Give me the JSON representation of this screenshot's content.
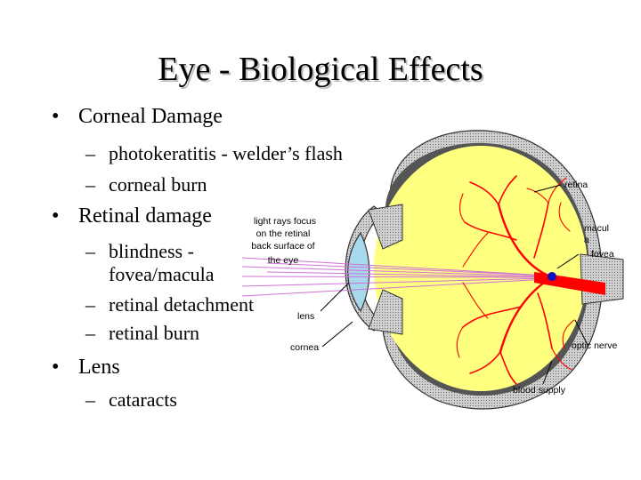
{
  "slide": {
    "title": "Eye - Biological Effects",
    "bullets": {
      "corneal_damage": "Corneal Damage",
      "photokeratitis": "photokeratitis - welder’s flash",
      "corneal_burn": "corneal burn",
      "retinal_damage": "Retinal damage",
      "blindness": "blindness -",
      "blindness_cont": "fovea/macula",
      "retinal_detachment": "retinal detachment",
      "retinal_burn": "retinal burn",
      "lens": "Lens",
      "cataracts": "cataracts"
    },
    "bullet_symbol": "•",
    "dash_symbol": "–"
  },
  "diagram": {
    "labels": {
      "retina": "retina",
      "light_rays_1": "light rays focus",
      "light_rays_2": "on the retinal",
      "light_rays_3": "back surface of",
      "light_rays_4": "the eye",
      "macula_1": "macul",
      "macula_2": "a",
      "fovea": "fovea",
      "lens": "lens",
      "cornea": "cornea",
      "optic_nerve": "optic nerve",
      "blood_supply": "blood supply"
    },
    "colors": {
      "eyeball": "#ffff80",
      "sclera": "#b8b8b8",
      "lens": "#a8d8ec",
      "vessels": "#ff0000",
      "rays": "#d070d8",
      "fovea_dot": "#1010c0"
    }
  }
}
